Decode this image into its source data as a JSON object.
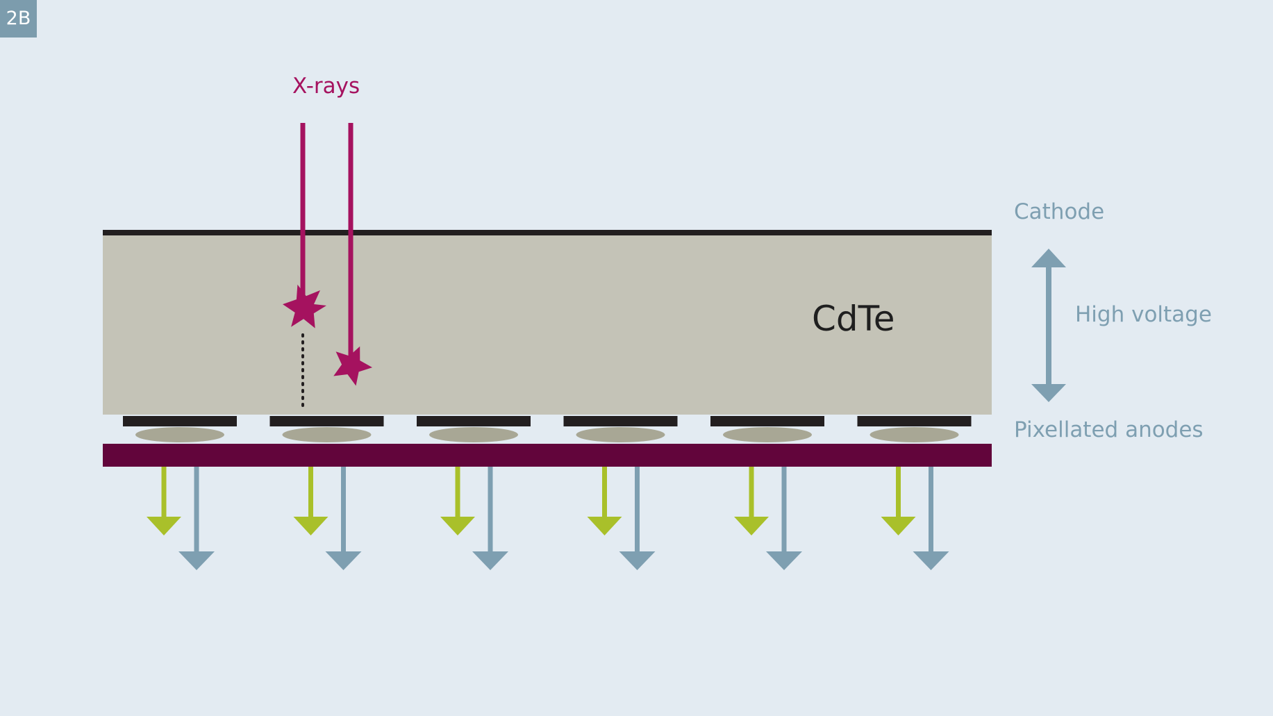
{
  "badge": "2B",
  "labels": {
    "xrays": "X-rays",
    "material": "CdTe",
    "cathode": "Cathode",
    "high_voltage": "High voltage",
    "anodes": "Pixellated anodes"
  },
  "pixel_count": 6,
  "colors": {
    "background": "#e3ebf2",
    "badge": "#7c9cad",
    "xray": "#a5125f",
    "crystal": "#c4c3b7",
    "electrode": "#231f20",
    "contact": "#a8a795",
    "substrate": "#62053b",
    "signal_green": "#a9c02a",
    "signal_blue": "#7e9fb1"
  }
}
